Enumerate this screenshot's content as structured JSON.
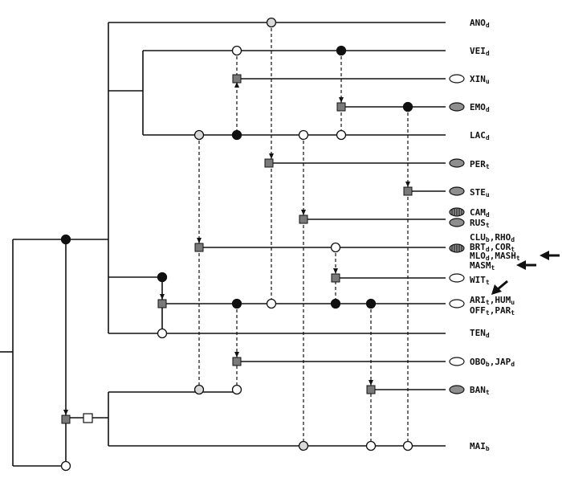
{
  "colors": {
    "line": "#111111",
    "node_gray": "#d9d9d9",
    "node_black": "#111111",
    "node_white": "#ffffff",
    "square": "#7a7a7a",
    "oval_dark": "#8e8e8e"
  },
  "labels": [
    {
      "id": "ano",
      "text": "ANO",
      "sub": "d",
      "icon": "none"
    },
    {
      "id": "vei",
      "text": "VEI",
      "sub": "d",
      "icon": "none"
    },
    {
      "id": "xin",
      "text": "XIN",
      "sub": "u",
      "icon": "oval-white"
    },
    {
      "id": "emo",
      "text": "EMO",
      "sub": "d",
      "icon": "oval-dark"
    },
    {
      "id": "lac",
      "text": "LAC",
      "sub": "d",
      "icon": "none"
    },
    {
      "id": "per",
      "text": "PER",
      "sub": "t",
      "icon": "oval-dark"
    },
    {
      "id": "ste",
      "text": "STE",
      "sub": "u",
      "icon": "oval-dark"
    },
    {
      "id": "cam",
      "text": "CAM",
      "sub": "d",
      "icon": "oval-striped"
    },
    {
      "id": "rus",
      "text": "RUS",
      "sub": "t",
      "icon": "oval-dark"
    },
    {
      "id": "clu",
      "text": "CLU",
      "sub": "b",
      "text2": ",RHO",
      "sub2": "d",
      "icon": "oval-striped"
    },
    {
      "id": "brt",
      "text": "BRT",
      "sub": "d",
      "text2": ",COR",
      "sub2": "t",
      "icon": "none"
    },
    {
      "id": "mlo",
      "text": "MLO",
      "sub": "d",
      "text2": ",MASH",
      "sub2": "t",
      "icon": "none"
    },
    {
      "id": "masm",
      "text": "MASM",
      "sub": "t",
      "icon": "none"
    },
    {
      "id": "wit",
      "text": "WIT",
      "sub": "t",
      "icon": "oval-white"
    },
    {
      "id": "ari",
      "text": "ARI",
      "sub": "t",
      "text2": ",HUM",
      "sub2": "u",
      "icon": "oval-white"
    },
    {
      "id": "off",
      "text": "OFF",
      "sub": "t",
      "text2": ",PAR",
      "sub2": "t",
      "icon": "none"
    },
    {
      "id": "ten",
      "text": "TEN",
      "sub": "d",
      "icon": "none"
    },
    {
      "id": "obo",
      "text": "OBO",
      "sub": "b",
      "text2": ",JAP",
      "sub2": "d",
      "icon": "oval-white"
    },
    {
      "id": "ban",
      "text": "BAN",
      "sub": "t",
      "icon": "oval-dark"
    },
    {
      "id": "mai",
      "text": "MAI",
      "sub": "b",
      "icon": "none"
    }
  ]
}
